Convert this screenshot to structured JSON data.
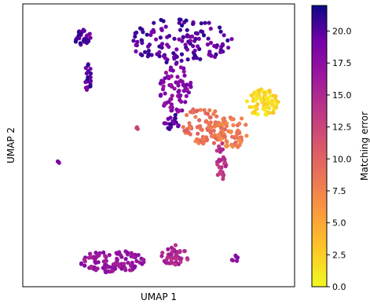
{
  "chart_data": {
    "type": "scatter",
    "xlabel": "UMAP 1",
    "ylabel": "UMAP 2",
    "show_xticks": false,
    "show_yticks": false,
    "grid": false,
    "colormap": "plasma",
    "colorbar": {
      "label": "Matching error",
      "range": [
        0,
        22
      ],
      "ticks": [
        0.0,
        2.5,
        5.0,
        7.5,
        10.0,
        12.5,
        15.0,
        17.5,
        20.0
      ],
      "tick_labels": [
        "0.0",
        "2.5",
        "5.0",
        "7.5",
        "10.0",
        "12.5",
        "15.0",
        "17.5",
        "20.0"
      ]
    },
    "clusters": [
      {
        "cx": 0.22,
        "cy": 0.88,
        "rx": 0.03,
        "ry": 0.03,
        "value": 20,
        "n": 30
      },
      {
        "cx": 0.24,
        "cy": 0.74,
        "rx": 0.012,
        "ry": 0.05,
        "value": 20,
        "n": 22
      },
      {
        "cx": 0.58,
        "cy": 0.87,
        "rx": 0.19,
        "ry": 0.08,
        "value": 20,
        "n": 140
      },
      {
        "cx": 0.56,
        "cy": 0.7,
        "rx": 0.06,
        "ry": 0.09,
        "value": 18,
        "n": 70
      },
      {
        "cx": 0.55,
        "cy": 0.58,
        "rx": 0.03,
        "ry": 0.03,
        "value": 20,
        "n": 18
      },
      {
        "cx": 0.67,
        "cy": 0.57,
        "rx": 0.08,
        "ry": 0.07,
        "value": 9,
        "n": 90
      },
      {
        "cx": 0.77,
        "cy": 0.55,
        "rx": 0.06,
        "ry": 0.06,
        "value": 8,
        "n": 60
      },
      {
        "cx": 0.88,
        "cy": 0.65,
        "rx": 0.06,
        "ry": 0.05,
        "value": 2,
        "n": 70
      },
      {
        "cx": 0.73,
        "cy": 0.44,
        "rx": 0.02,
        "ry": 0.07,
        "value": 14,
        "n": 30
      },
      {
        "cx": 0.42,
        "cy": 0.56,
        "rx": 0.005,
        "ry": 0.005,
        "value": 12,
        "n": 3
      },
      {
        "cx": 0.13,
        "cy": 0.44,
        "rx": 0.005,
        "ry": 0.005,
        "value": 18,
        "n": 3
      },
      {
        "cx": 0.33,
        "cy": 0.09,
        "rx": 0.12,
        "ry": 0.04,
        "value": 17,
        "n": 110
      },
      {
        "cx": 0.56,
        "cy": 0.11,
        "rx": 0.05,
        "ry": 0.04,
        "value": 15,
        "n": 45
      },
      {
        "cx": 0.78,
        "cy": 0.1,
        "rx": 0.012,
        "ry": 0.012,
        "value": 17,
        "n": 6
      }
    ]
  }
}
